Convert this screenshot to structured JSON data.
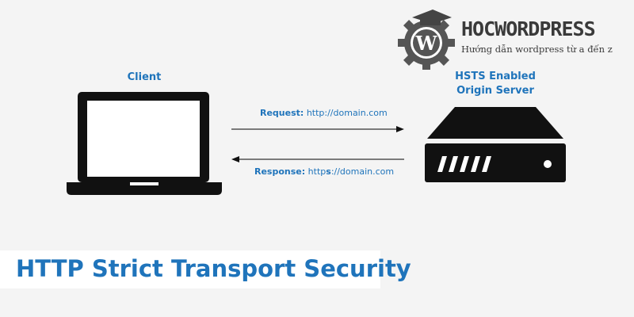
{
  "logo": {
    "title": "HOCWORDPRESS",
    "subtitle": "Hướng dẫn wordpress từ a đến z"
  },
  "client": {
    "label": "Client"
  },
  "server": {
    "label_line1": "HSTS Enabled",
    "label_line2": "Origin Server"
  },
  "request": {
    "prefix": "Request:",
    "url": "http://domain.com"
  },
  "response": {
    "prefix": "Response:",
    "url_part1": "http",
    "url_bold": "s",
    "url_part2": "://domain.com"
  },
  "banner": {
    "title": "HTTP Strict Transport Security"
  },
  "colors": {
    "accent": "#1f74bb",
    "icon": "#111111",
    "background": "#f4f4f4"
  }
}
